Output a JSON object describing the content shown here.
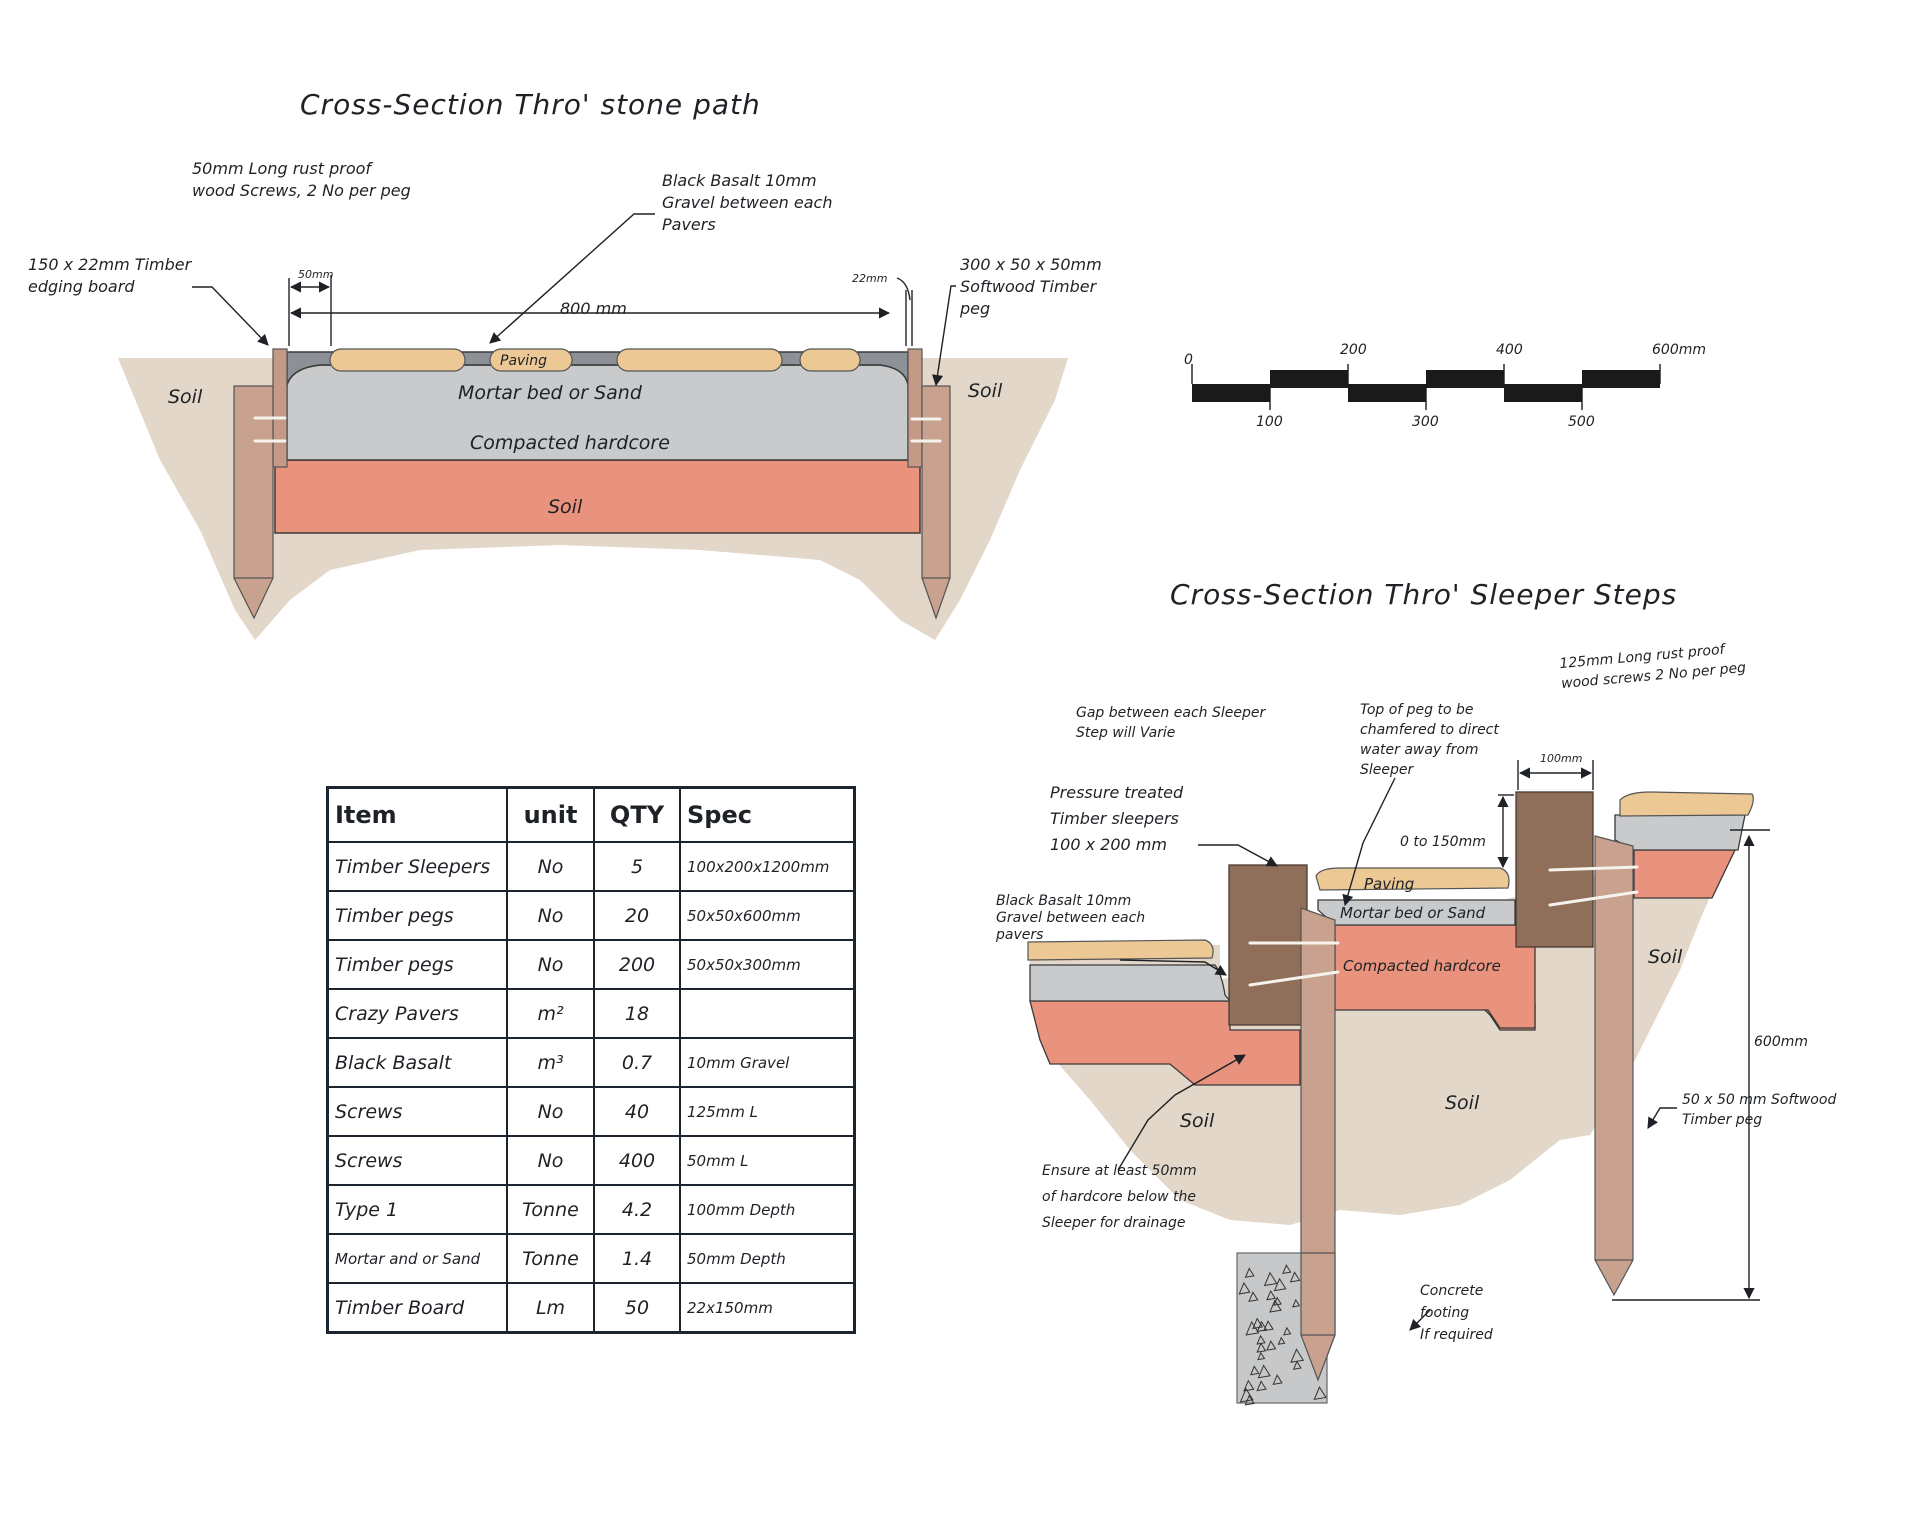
{
  "colors": {
    "soil": "#e2d7c8",
    "timber_edging": "#c49a86",
    "timber_peg": "#c8a18f",
    "sleeper": "#8f6e5a",
    "paving": "#ecc894",
    "gravel": "#8d9096",
    "mortar": "#c8cacc",
    "hardcore": "#e9927d",
    "concrete": "#c6c8ca",
    "scale_bar": "#1a1a1a"
  },
  "stone_path": {
    "title": "Cross-Section Thro' stone path",
    "annotations": {
      "screws": [
        "50mm Long rust proof",
        "wood Screws, 2 No per peg"
      ],
      "gravel": [
        "Black Basalt 10mm",
        "Gravel between each",
        "Pavers"
      ],
      "edging": [
        "150 x 22mm Timber",
        "edging board"
      ],
      "peg": [
        "300 x 50 x 50mm",
        "Softwood Timber",
        "peg"
      ]
    },
    "dimensions": {
      "peg_offset": "50mm",
      "width": "800 mm",
      "board": "22mm"
    },
    "layers": {
      "paving": "Paving",
      "mortar": "Mortar bed or Sand",
      "hardcore": "Compacted hardcore",
      "soil_left": "Soil",
      "soil_right": "Soil",
      "soil_bottom": "Soil"
    }
  },
  "scale_bar": {
    "unit": "mm",
    "labels_top": [
      "0",
      "200",
      "400",
      "600mm"
    ],
    "labels_bottom": [
      "100",
      "300",
      "500"
    ],
    "max": 600,
    "step": 100
  },
  "sleeper_steps": {
    "title": "Cross-Section Thro' Sleeper Steps",
    "annotations": {
      "screws": [
        "125mm Long rust proof",
        "wood screws 2 No per peg"
      ],
      "gap": [
        "Gap between each Sleeper",
        "Step will Varie"
      ],
      "chamfer": [
        "Top of peg to be",
        "chamfered to direct",
        "water away from",
        "Sleeper"
      ],
      "sleepers": [
        "Pressure treated",
        "Timber sleepers",
        "100 x 200 mm"
      ],
      "gravel": [
        "Black Basalt 10mm",
        "Gravel between each",
        "pavers"
      ],
      "drainage": [
        "Ensure at least 50mm",
        "of hardcore below the",
        "Sleeper for drainage"
      ],
      "peg": [
        "50 x 50 mm  Softwood",
        "Timber peg"
      ],
      "concrete": [
        "Concrete",
        "footing",
        "If required"
      ]
    },
    "dimensions": {
      "sleeper_width": "100mm",
      "rise": "0 to 150mm",
      "peg_length": "600mm"
    },
    "layers": {
      "paving": "Paving",
      "mortar": "Mortar bed or Sand",
      "hardcore": "Compacted hardcore",
      "soil_right": "Soil",
      "soil_center": "Soil",
      "soil_left": "Soil"
    }
  },
  "materials_table": {
    "headers": [
      "Item",
      "unit",
      "QTY",
      "Spec"
    ],
    "rows": [
      {
        "item": "Timber Sleepers",
        "unit": "No",
        "qty": "5",
        "spec": "100x200x1200mm"
      },
      {
        "item": "Timber pegs",
        "unit": "No",
        "qty": "20",
        "spec": "50x50x600mm"
      },
      {
        "item": "Timber pegs",
        "unit": "No",
        "qty": "200",
        "spec": "50x50x300mm"
      },
      {
        "item": "Crazy Pavers",
        "unit": "m²",
        "qty": "18",
        "spec": ""
      },
      {
        "item": "Black Basalt",
        "unit": "m³",
        "qty": "0.7",
        "spec": "10mm Gravel"
      },
      {
        "item": "Screws",
        "unit": "No",
        "qty": "40",
        "spec": "125mm L"
      },
      {
        "item": "Screws",
        "unit": "No",
        "qty": "400",
        "spec": "50mm L"
      },
      {
        "item": "Type 1",
        "unit": "Tonne",
        "qty": "4.2",
        "spec": "100mm Depth"
      },
      {
        "item": "Mortar and or Sand",
        "unit": "Tonne",
        "qty": "1.4",
        "spec": "50mm Depth"
      },
      {
        "item": "Timber Board",
        "unit": "Lm",
        "qty": "50",
        "spec": "22x150mm"
      }
    ]
  }
}
